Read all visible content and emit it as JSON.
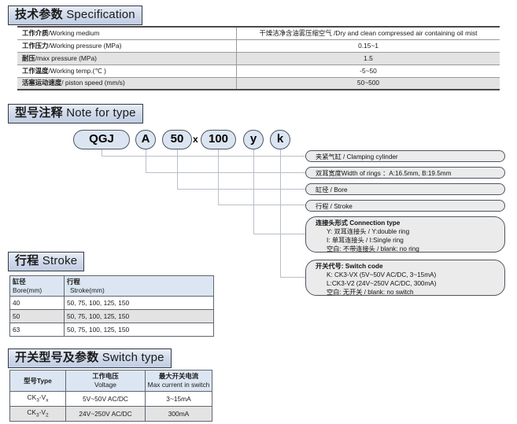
{
  "sections": {
    "spec": {
      "cn": "技术参数",
      "en": "Specification"
    },
    "note": {
      "cn": "型号注释",
      "en": "Note for type"
    },
    "stroke": {
      "cn": "行程",
      "en": "Stroke"
    },
    "switch": {
      "cn": "开关型号及参数",
      "en": "Switch type"
    }
  },
  "spec_table": {
    "rows": [
      {
        "label": "工作介质 /Working medium",
        "label_cn": "工作介质",
        "label_en": "/Working medium",
        "value": "干燥洁净含油雾压缩空气 /Dry and clean compressed air containing oil mist"
      },
      {
        "label_cn": "工作压力",
        "label_en": "/Working pressure (MPa)",
        "value": "0.15~1"
      },
      {
        "label_cn": "耐压",
        "label_en": "/max pressure  (MPa)",
        "value": "1.5"
      },
      {
        "label_cn": "工作温度",
        "label_en": "/Working temp.(℃ )",
        "value": "-5~50"
      },
      {
        "label_cn": "活塞运动速度",
        "label_en": "/ piston speed (mm/s)",
        "value": "50~500"
      }
    ]
  },
  "model_code": {
    "pills": [
      {
        "text": "QGJ",
        "name": "pill-qgj"
      },
      {
        "text": "A",
        "name": "pill-a"
      },
      {
        "text": "50",
        "name": "pill-50"
      },
      {
        "text": "100",
        "name": "pill-100"
      },
      {
        "text": "y",
        "name": "pill-y"
      },
      {
        "text": "k",
        "name": "pill-k"
      }
    ],
    "separator": "x",
    "callouts": {
      "clamping": "夹紧气缸 / Clamping cylinder",
      "rings": "双耳宽度Width of rings ：A:16.5mm, B:19.5mm",
      "bore": "缸径 / Bore",
      "stroke": "行程 / Stroke",
      "connection": {
        "title": "连接头形式 Connection type",
        "lines": [
          "Y: 双耳连接头 / Y:double ring",
          "I: 单耳连接头 / I:Single ring",
          "空白: 不带连接头 / blank: no ring"
        ]
      },
      "switch": {
        "title": "开关代号: Switch code",
        "lines": [
          "K: CK3-VX (5V~50V AC/DC, 3~15mA)",
          "L:CK3-V2 (24V~250V AC/DC, 300mA)",
          "空白: 无开关 / blank: no switch"
        ]
      }
    }
  },
  "stroke_table": {
    "header": {
      "c1_cn": "缸径",
      "c1_en": "Bore(mm)",
      "c2_cn": "行程",
      "c2_en": "Stroke(mm)"
    },
    "rows": [
      {
        "bore": "40",
        "stroke": "50, 75, 100, 125, 150"
      },
      {
        "bore": "50",
        "stroke": "50, 75, 100, 125, 150"
      },
      {
        "bore": "63",
        "stroke": "50, 75, 100, 125, 150"
      }
    ]
  },
  "switch_table": {
    "header": {
      "c1": "型号Type",
      "c2_cn": "工作电压",
      "c2_en": "Voltage",
      "c3_cn": "最大开关电流",
      "c3_en": "Max current in switch"
    },
    "rows": [
      {
        "type_main": "CK",
        "type_sub1": "3",
        "type_mid": "-V",
        "type_sub2": "x",
        "voltage": "5V~50V AC/DC",
        "current": "3~15mA"
      },
      {
        "type_main": "CK",
        "type_sub1": "3",
        "type_mid": "-V",
        "type_sub2": "2",
        "voltage": "24V~250V AC/DC",
        "current": "300mA"
      }
    ]
  },
  "colors": {
    "badge_border": "#333a46",
    "badge_fill": "#cfd9ea",
    "pill_fill": "#dbe5f1",
    "callout_fill": "#ebebeb",
    "table_header_fill": "#dce6f2",
    "row_shade": "#e3e3e3"
  }
}
